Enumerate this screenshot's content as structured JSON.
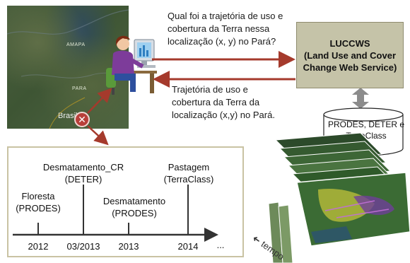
{
  "map": {
    "labels": [
      "AMAPA",
      "PARA"
    ],
    "country_label": "Brasil",
    "marker_icon": "x-marker-icon"
  },
  "question_text": "Qual foi a trajetória de uso e cobertura da Terra nessa localização (x, y) no Pará?",
  "answer_text": "Trajetória de uso e cobertura da Terra da localização (x,y) no Pará.",
  "service": {
    "name": "LUCCWS",
    "description": "(Land Use and Cover Change Web Service)"
  },
  "database": {
    "label": "PRODES, DETER e TerraClass"
  },
  "timeline": {
    "events": [
      {
        "label": "Floresta",
        "source": "(PRODES)"
      },
      {
        "label": "Desmatamento_CR",
        "source": "(DETER)"
      },
      {
        "label": "Desmatamento",
        "source": "(PRODES)"
      },
      {
        "label": "Pastagem",
        "source": "(TerraClass)"
      }
    ],
    "ticks": [
      "2012",
      "03/2013",
      "2013",
      "2014",
      "..."
    ]
  },
  "stack_axis_label": "tempo",
  "colors": {
    "arrow_red": "#a53a2c",
    "arrow_gray": "#8c8c8c",
    "service_box": "#c5c3a8",
    "timeline_border": "#c9c3a3"
  }
}
